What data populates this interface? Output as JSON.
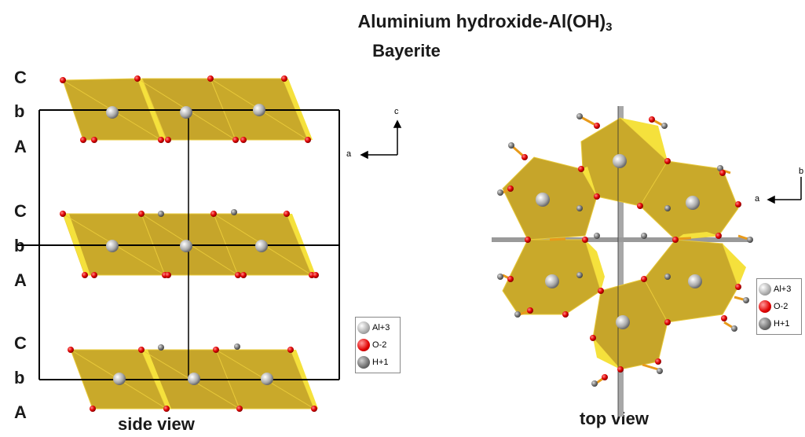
{
  "title": {
    "main_prefix": "Aluminium hydroxide-Al(OH)",
    "main_sub": "3",
    "subtitle": "Bayerite"
  },
  "side_view": {
    "caption": "side view",
    "layer_labels": [
      "C",
      "b",
      "A",
      "C",
      "b",
      "A",
      "C",
      "b",
      "A"
    ],
    "axes": {
      "horizontal": "a",
      "vertical": "c"
    },
    "legend": [
      {
        "label": "Al+3",
        "kind": "al"
      },
      {
        "label": "O-2",
        "kind": "o"
      },
      {
        "label": "H+1",
        "kind": "h"
      }
    ]
  },
  "top_view": {
    "caption": "top view",
    "axes": {
      "horizontal": "a",
      "vertical": "b"
    },
    "legend": [
      {
        "label": "Al+3",
        "kind": "al"
      },
      {
        "label": "O-2",
        "kind": "o"
      },
      {
        "label": "H+1",
        "kind": "h"
      }
    ]
  },
  "colors": {
    "octahedron_face": "#c9a92a",
    "octahedron_light": "#f5e13c",
    "oxygen": "#e00000",
    "aluminium": "#c8c8c8",
    "hydrogen": "#8a8a8a",
    "cell_line": "#000000"
  }
}
